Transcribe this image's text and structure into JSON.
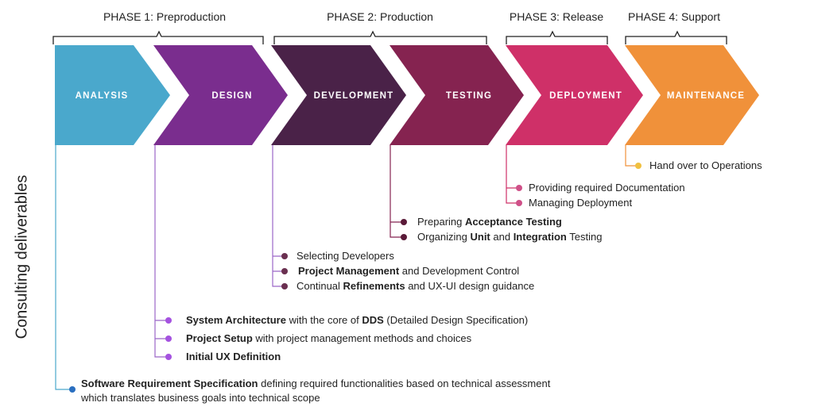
{
  "side_label": "Consulting deliverables",
  "phases": [
    {
      "label": "PHASE 1: Preproduction"
    },
    {
      "label": "PHASE 2: Production"
    },
    {
      "label": "PHASE 3: Release"
    },
    {
      "label": "PHASE 4: Support"
    }
  ],
  "stages": [
    {
      "label": "ANALYSIS",
      "color": "#4aa8cc"
    },
    {
      "label": "DESIGN",
      "color": "#7a2d8e"
    },
    {
      "label": "DEVELOPMENT",
      "color": "#4a2248"
    },
    {
      "label": "TESTING",
      "color": "#852350"
    },
    {
      "label": "DEPLOYMENT",
      "color": "#cf3068"
    },
    {
      "label": "MAINTENANCE",
      "color": "#f0913a"
    }
  ],
  "deliverables": {
    "maintenance": [
      {
        "parts": [
          {
            "text": "Hand over to Operations",
            "bold": false
          }
        ]
      }
    ],
    "deployment": [
      {
        "parts": [
          {
            "text": "Providing required Documentation",
            "bold": false
          }
        ]
      },
      {
        "parts": [
          {
            "text": "Managing Deployment",
            "bold": false
          }
        ]
      }
    ],
    "testing": [
      {
        "parts": [
          {
            "text": "Preparing ",
            "bold": false
          },
          {
            "text": "Acceptance Testing",
            "bold": true
          }
        ]
      },
      {
        "parts": [
          {
            "text": "Organizing ",
            "bold": false
          },
          {
            "text": "Unit",
            "bold": true
          },
          {
            "text": " and ",
            "bold": false
          },
          {
            "text": "Integration",
            "bold": true
          },
          {
            "text": " Testing",
            "bold": false
          }
        ]
      }
    ],
    "development": [
      {
        "parts": [
          {
            "text": "Selecting Developers",
            "bold": false
          }
        ]
      },
      {
        "parts": [
          {
            "text": "Project Management",
            "bold": true
          },
          {
            "text": " and Development Control",
            "bold": false
          }
        ]
      },
      {
        "parts": [
          {
            "text": "Continual ",
            "bold": false
          },
          {
            "text": "Refinements",
            "bold": true
          },
          {
            "text": " and UX-UI design guidance",
            "bold": false
          }
        ]
      }
    ],
    "design": [
      {
        "parts": [
          {
            "text": "System Architecture",
            "bold": true
          },
          {
            "text": " with the core of ",
            "bold": false
          },
          {
            "text": "DDS",
            "bold": true
          },
          {
            "text": " (Detailed Design Specification)",
            "bold": false
          }
        ]
      },
      {
        "parts": [
          {
            "text": "Project Setup",
            "bold": true
          },
          {
            "text": " with project management methods and choices",
            "bold": false
          }
        ]
      },
      {
        "parts": [
          {
            "text": "Initial UX Definition",
            "bold": true
          }
        ]
      }
    ],
    "analysis": [
      {
        "parts": [
          {
            "text": "Software Requirement Specification",
            "bold": true
          },
          {
            "text": " defining required functionalities based on technical assessment",
            "bold": false
          }
        ]
      },
      {
        "parts": [
          {
            "text": "which translates business goals into technical scope",
            "bold": false
          }
        ]
      }
    ]
  },
  "colors": {
    "analysis_line": "#4aa8cc",
    "analysis_dot": "#2a6fc0",
    "design_dot": "#a552e0",
    "development_dot": "#6a3050",
    "testing_dot": "#5a1a38",
    "deployment_dot": "#cf5088",
    "maintenance_dot": "#f0c040"
  }
}
